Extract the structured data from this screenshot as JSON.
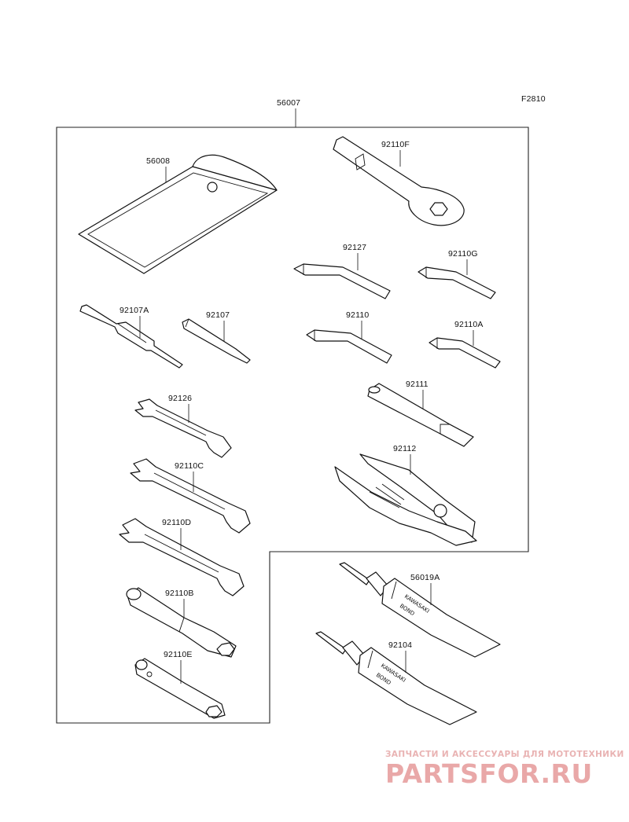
{
  "figure_code": "F2810",
  "assembly_label": "56007",
  "parts": {
    "p56008": "56008",
    "p92110F": "92110F",
    "p92127": "92127",
    "p92110G": "92110G",
    "p92107A": "92107A",
    "p92107": "92107",
    "p92110": "92110",
    "p92110A": "92110A",
    "p92111": "92111",
    "p92126": "92126",
    "p92112": "92112",
    "p92110C": "92110C",
    "p92110D": "92110D",
    "p56019A": "56019A",
    "p92110B": "92110B",
    "p92104": "92104",
    "p92110E": "92110E"
  },
  "tube_print": {
    "brand": "KAWASAKI",
    "product": "BOND"
  },
  "watermark": {
    "tagline": "ЗАПЧАСТИ И АКСЕССУАРЫ ДЛЯ МОТОТЕХНИКИ",
    "site": "PARTSFOR.RU",
    "color": "#e9a8a8"
  }
}
